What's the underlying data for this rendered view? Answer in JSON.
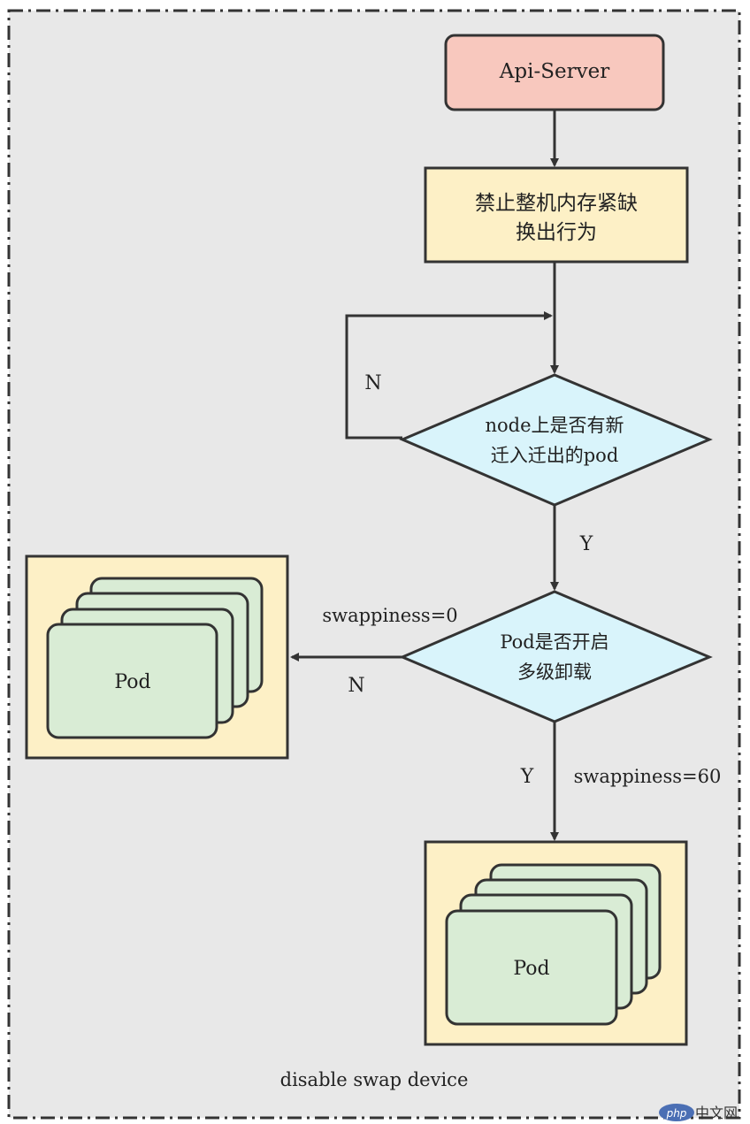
{
  "container_label": "disable swap device",
  "nodes": {
    "api_server": "Api-Server",
    "forbid_line1": "禁止整机内存紧缺",
    "forbid_line2": "换出行为",
    "decision1_line1": "node上是否有新",
    "decision1_line2": "迁入迁出的pod",
    "decision2_line1": "Pod是否开启",
    "decision2_line2": "多级卸载",
    "pod_left": "Pod",
    "pod_bottom": "Pod"
  },
  "edge_labels": {
    "loop_n": "N",
    "decision1_y": "Y",
    "swappiness_zero": "swappiness=0",
    "decision2_n": "N",
    "decision2_y": "Y",
    "swappiness_sixty": "swappiness=60"
  },
  "watermark": "php中文网",
  "colors": {
    "container_bg": "#e8e8e8",
    "api_server_fill": "#f8c8be",
    "process_fill": "#fdf0c6",
    "decision_fill": "#d9f4fb",
    "pod_fill": "#d9ecd5",
    "stroke": "#333333"
  }
}
